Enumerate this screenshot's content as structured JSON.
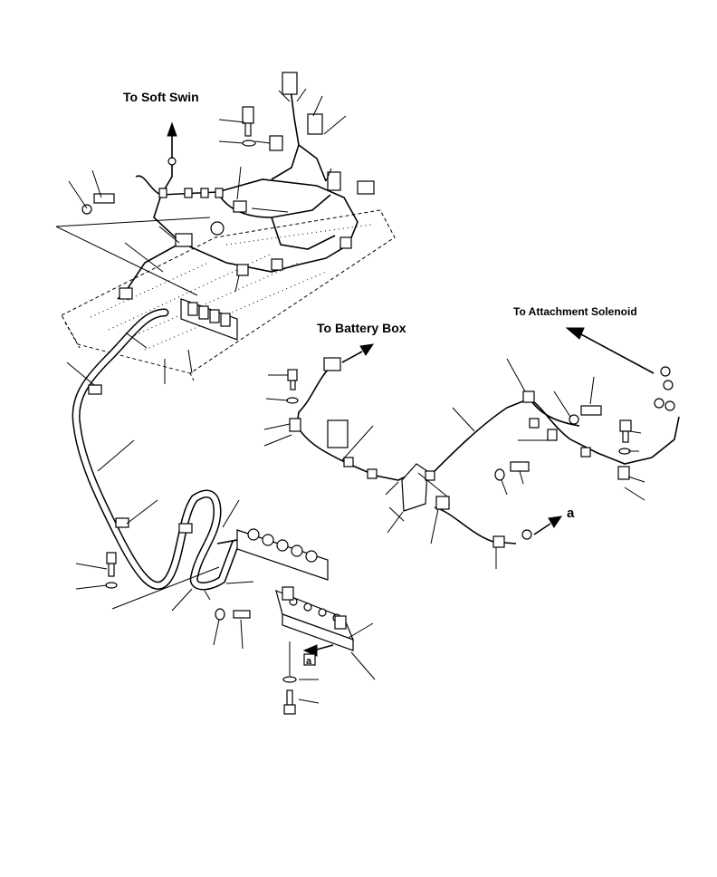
{
  "labels": {
    "soft_swing": "To Soft Swin",
    "battery_box": "To Battery Box",
    "attachment_solenoid": "To Attachment Solenoid",
    "view_a_arrow": "a",
    "view_a_box": "a"
  }
}
